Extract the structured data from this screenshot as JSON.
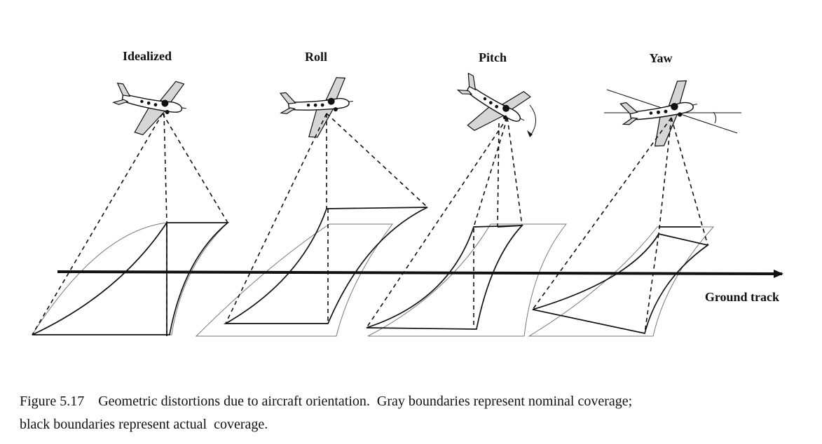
{
  "panels": [
    {
      "title": "Idealized"
    },
    {
      "title": "Roll"
    },
    {
      "title": "Pitch"
    },
    {
      "title": "Yaw"
    }
  ],
  "ground_track_label": "Ground track",
  "caption": {
    "line1": "Figure 5.17    Geometric distortions due to aircraft orientation.  Gray boundaries represent nominal coverage;",
    "line2": "black boundaries represent actual  coverage."
  },
  "colors": {
    "ink": "#111111",
    "nominal_boundary": "#777777",
    "wing_fill": "#d6d6d6"
  },
  "icons": [
    "aircraft-icon",
    "pitch-rotation-arrow-icon",
    "yaw-angle-icon",
    "ground-track-arrow-icon"
  ]
}
